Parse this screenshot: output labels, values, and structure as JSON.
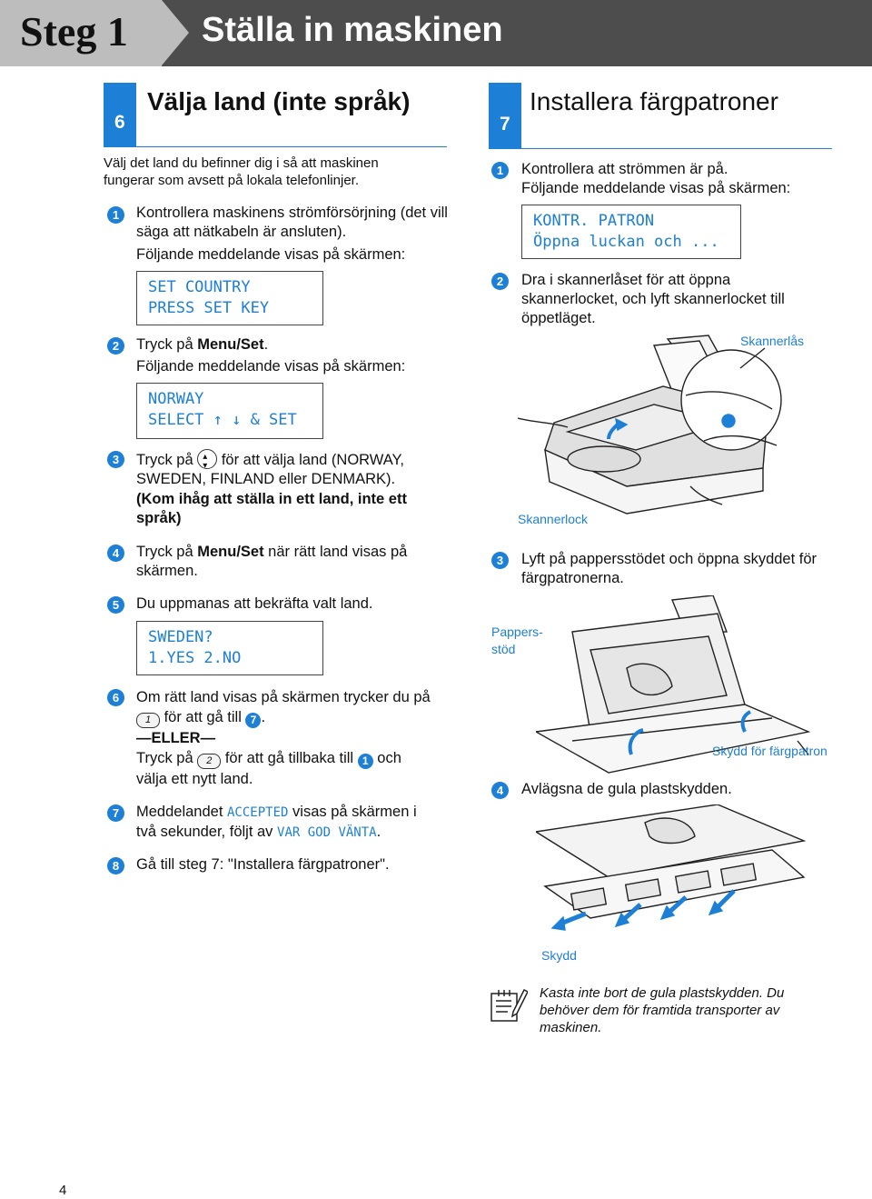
{
  "header": {
    "step": "Steg 1",
    "title": "Ställa in maskinen"
  },
  "section6": {
    "number": "6",
    "title": "Välja land (inte språk)",
    "intro": "Välj det land du befinner dig i så att maskinen fungerar som avsett på lokala telefonlinjer.",
    "steps": [
      {
        "n": "1",
        "text": "Kontrollera maskinens strömförsörjning (det vill säga att nätkabeln är ansluten).",
        "sub": "Följande meddelande visas på skärmen:",
        "lcd": [
          "SET COUNTRY",
          "PRESS SET KEY"
        ]
      },
      {
        "n": "2",
        "pre": "Tryck på ",
        "bold": "Menu/Set",
        "post": ".",
        "sub": "Följande meddelande visas på skärmen:",
        "lcd": [
          "NORWAY",
          "SELECT ↑ ↓ & SET"
        ]
      },
      {
        "n": "3",
        "pre": "Tryck på",
        "post": "för att välja land (NORWAY,",
        "line2": "SWEDEN, FINLAND eller DENMARK).",
        "boldnote": "(Kom ihåg att ställa in ett land, inte ett språk)"
      },
      {
        "n": "4",
        "pre": "Tryck på ",
        "bold": "Menu/Set",
        "post": " när rätt land visas på",
        "line2": "skärmen."
      },
      {
        "n": "5",
        "text": "Du uppmanas att bekräfta valt land.",
        "lcd": [
          "SWEDEN?",
          "1.YES 2.NO"
        ]
      },
      {
        "n": "6",
        "line1": "Om rätt land visas på skärmen trycker du på",
        "key1": "1",
        "mid1": "för att gå till",
        "goto1": "7",
        "end1": ".",
        "or": "—ELLER—",
        "pre3": "Tryck på",
        "key2": "2",
        "mid3": "för att gå tillbaka till",
        "goto2": "1",
        "end3": "och",
        "line4": "välja ett nytt land."
      },
      {
        "n": "7",
        "pre": "Meddelandet ",
        "mono1": "ACCEPTED",
        "post": " visas på skärmen i",
        "pre2": "två sekunder, följt av ",
        "mono2": "VAR GOD VÄNTA",
        "post2": "."
      },
      {
        "n": "8",
        "text": "Gå till steg 7: \"Installera färgpatroner\"."
      }
    ]
  },
  "section7": {
    "number": "7",
    "title": "Installera färgpatroner",
    "steps": [
      {
        "n": "1",
        "text": "Kontrollera att strömmen är på.",
        "sub": "Följande meddelande visas på skärmen:",
        "lcd": [
          "KONTR. PATRON",
          "Öppna luckan och ..."
        ]
      },
      {
        "n": "2",
        "text": "Dra i skannerlåset för att öppna skannerlocket, och lyft skannerlocket till öppetläget."
      },
      {
        "n": "3",
        "text": "Lyft på pappersstödet och öppna skyddet för färgpatronerna."
      },
      {
        "n": "4",
        "text": "Avlägsna de gula plastskydden."
      }
    ],
    "labels": {
      "scanner_lock": "Skannerlås",
      "scanner_cover": "Skannerlock",
      "paper_support_1": "Pappers-",
      "paper_support_2": "stöd",
      "cartridge_cover": "Skydd för färgpatron",
      "protection": "Skydd"
    },
    "note": "Kasta inte bort de gula plastskydden. Du behöver dem för framtida transporter av maskinen."
  },
  "footer": {
    "page": "4"
  },
  "icons": [
    "nav-updown-key-icon",
    "note-pencil-icon",
    "machine-illustration-open-scanner",
    "machine-illustration-cartridge-cover",
    "machine-illustration-remove-covers"
  ],
  "colors": {
    "accent": "#1d7fd6",
    "header_dark": "#4d4d4d",
    "header_light": "#bdbdbd"
  }
}
